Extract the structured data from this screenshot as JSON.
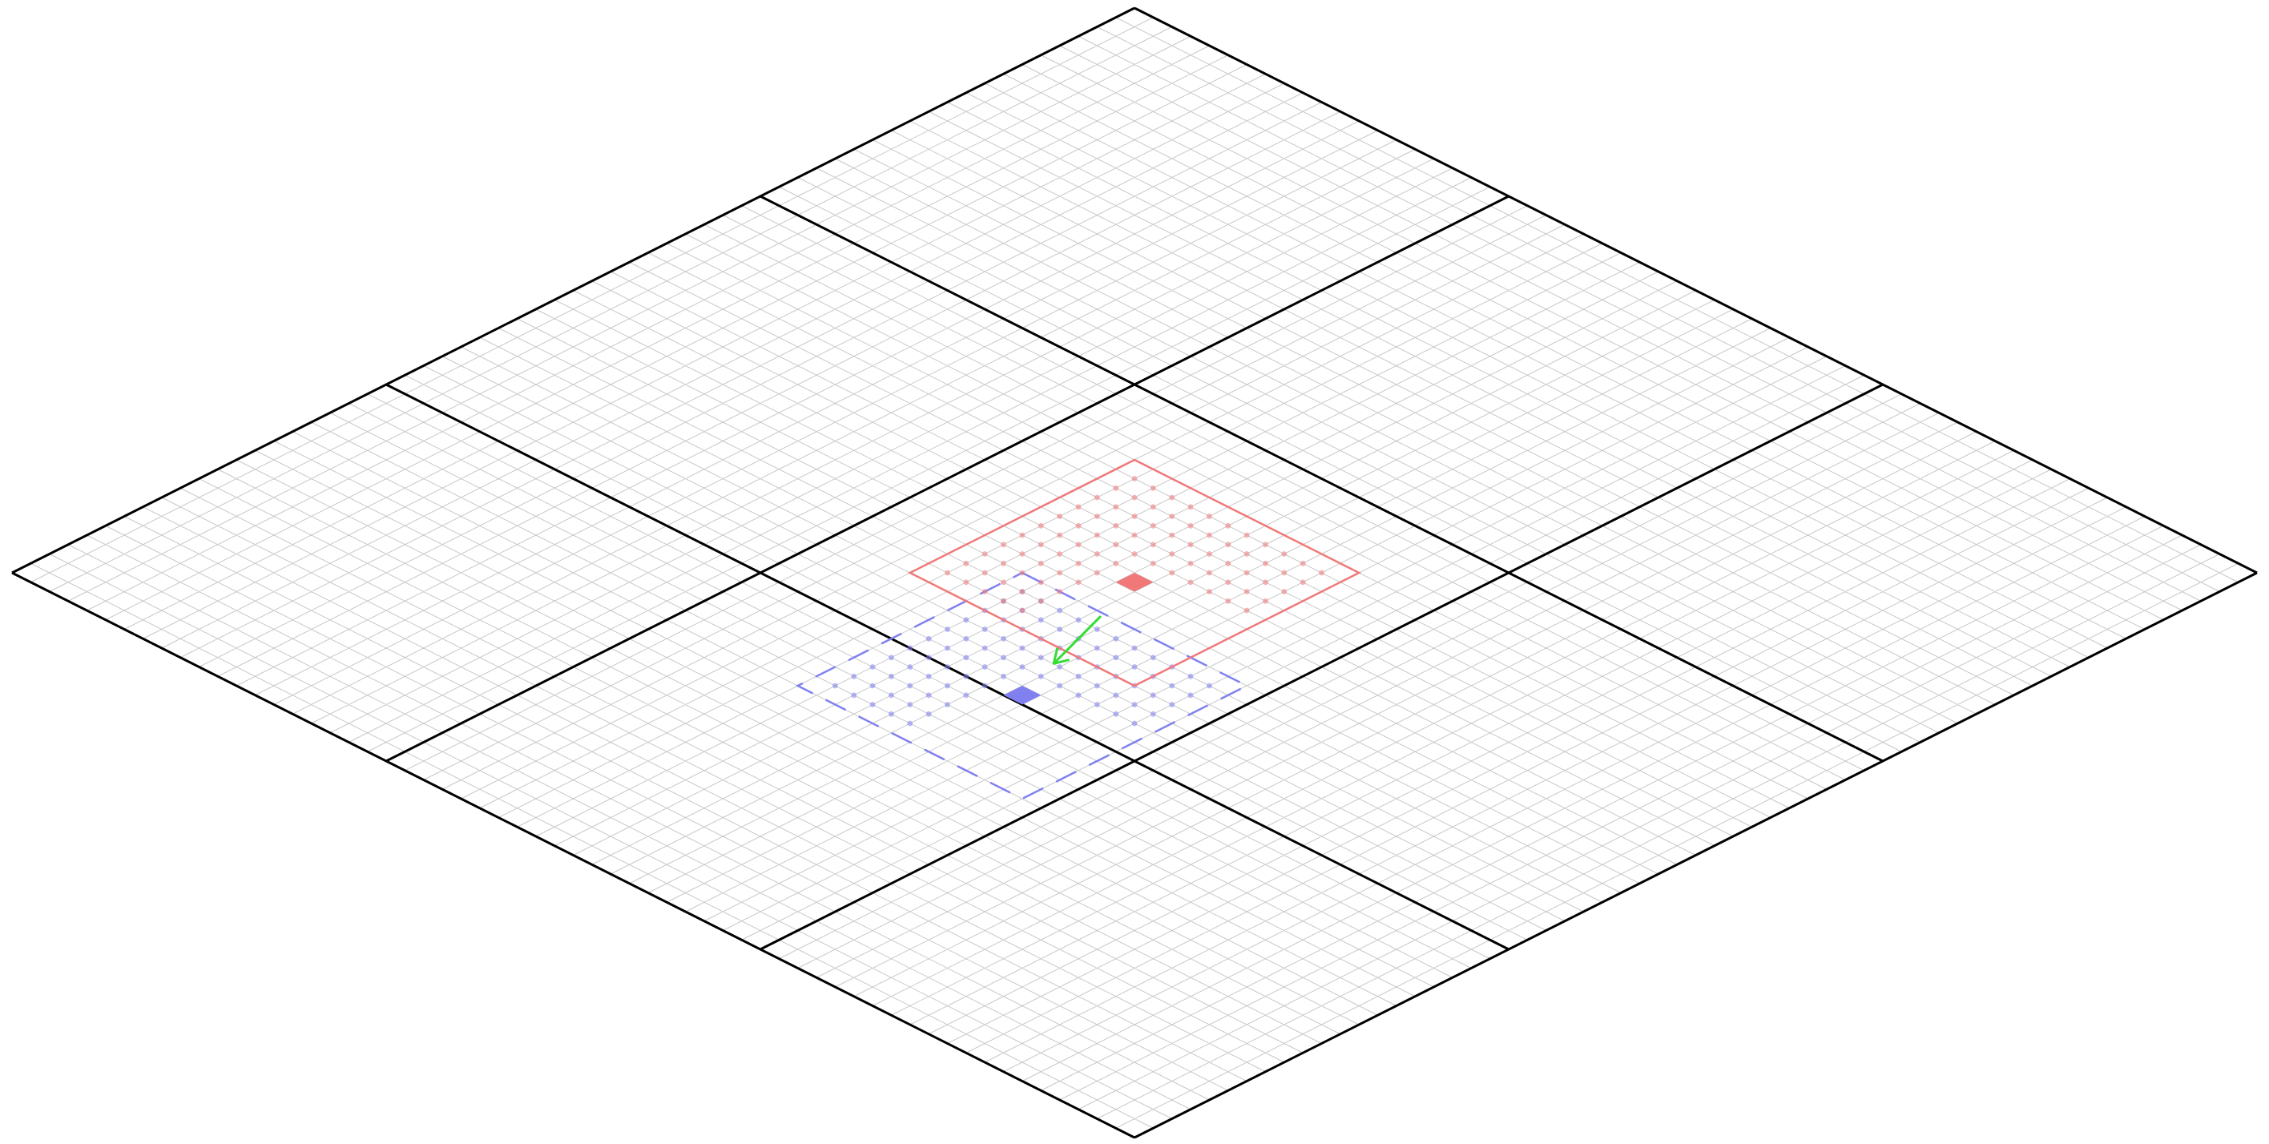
{
  "diagram": {
    "kind": "isometric-grid",
    "blocks": 3,
    "cells_per_block": 20,
    "colors": {
      "background": "#ffffff",
      "block_border": "#000000",
      "fine_grid": "#c8c8c8",
      "source": "#f07878",
      "destination": "#8080f0",
      "arrow": "#33dd33"
    },
    "source_region": {
      "u": [
        -6,
        6
      ],
      "v": [
        -6,
        6
      ],
      "origin": [
        0,
        0
      ]
    },
    "destination_region": {
      "u": [
        -3,
        9
      ],
      "v": [
        3,
        15
      ],
      "origin": [
        3,
        9
      ]
    },
    "move_arrow": {
      "from": [
        0,
        0
      ],
      "to": [
        3,
        9
      ],
      "color_name": "green"
    }
  }
}
